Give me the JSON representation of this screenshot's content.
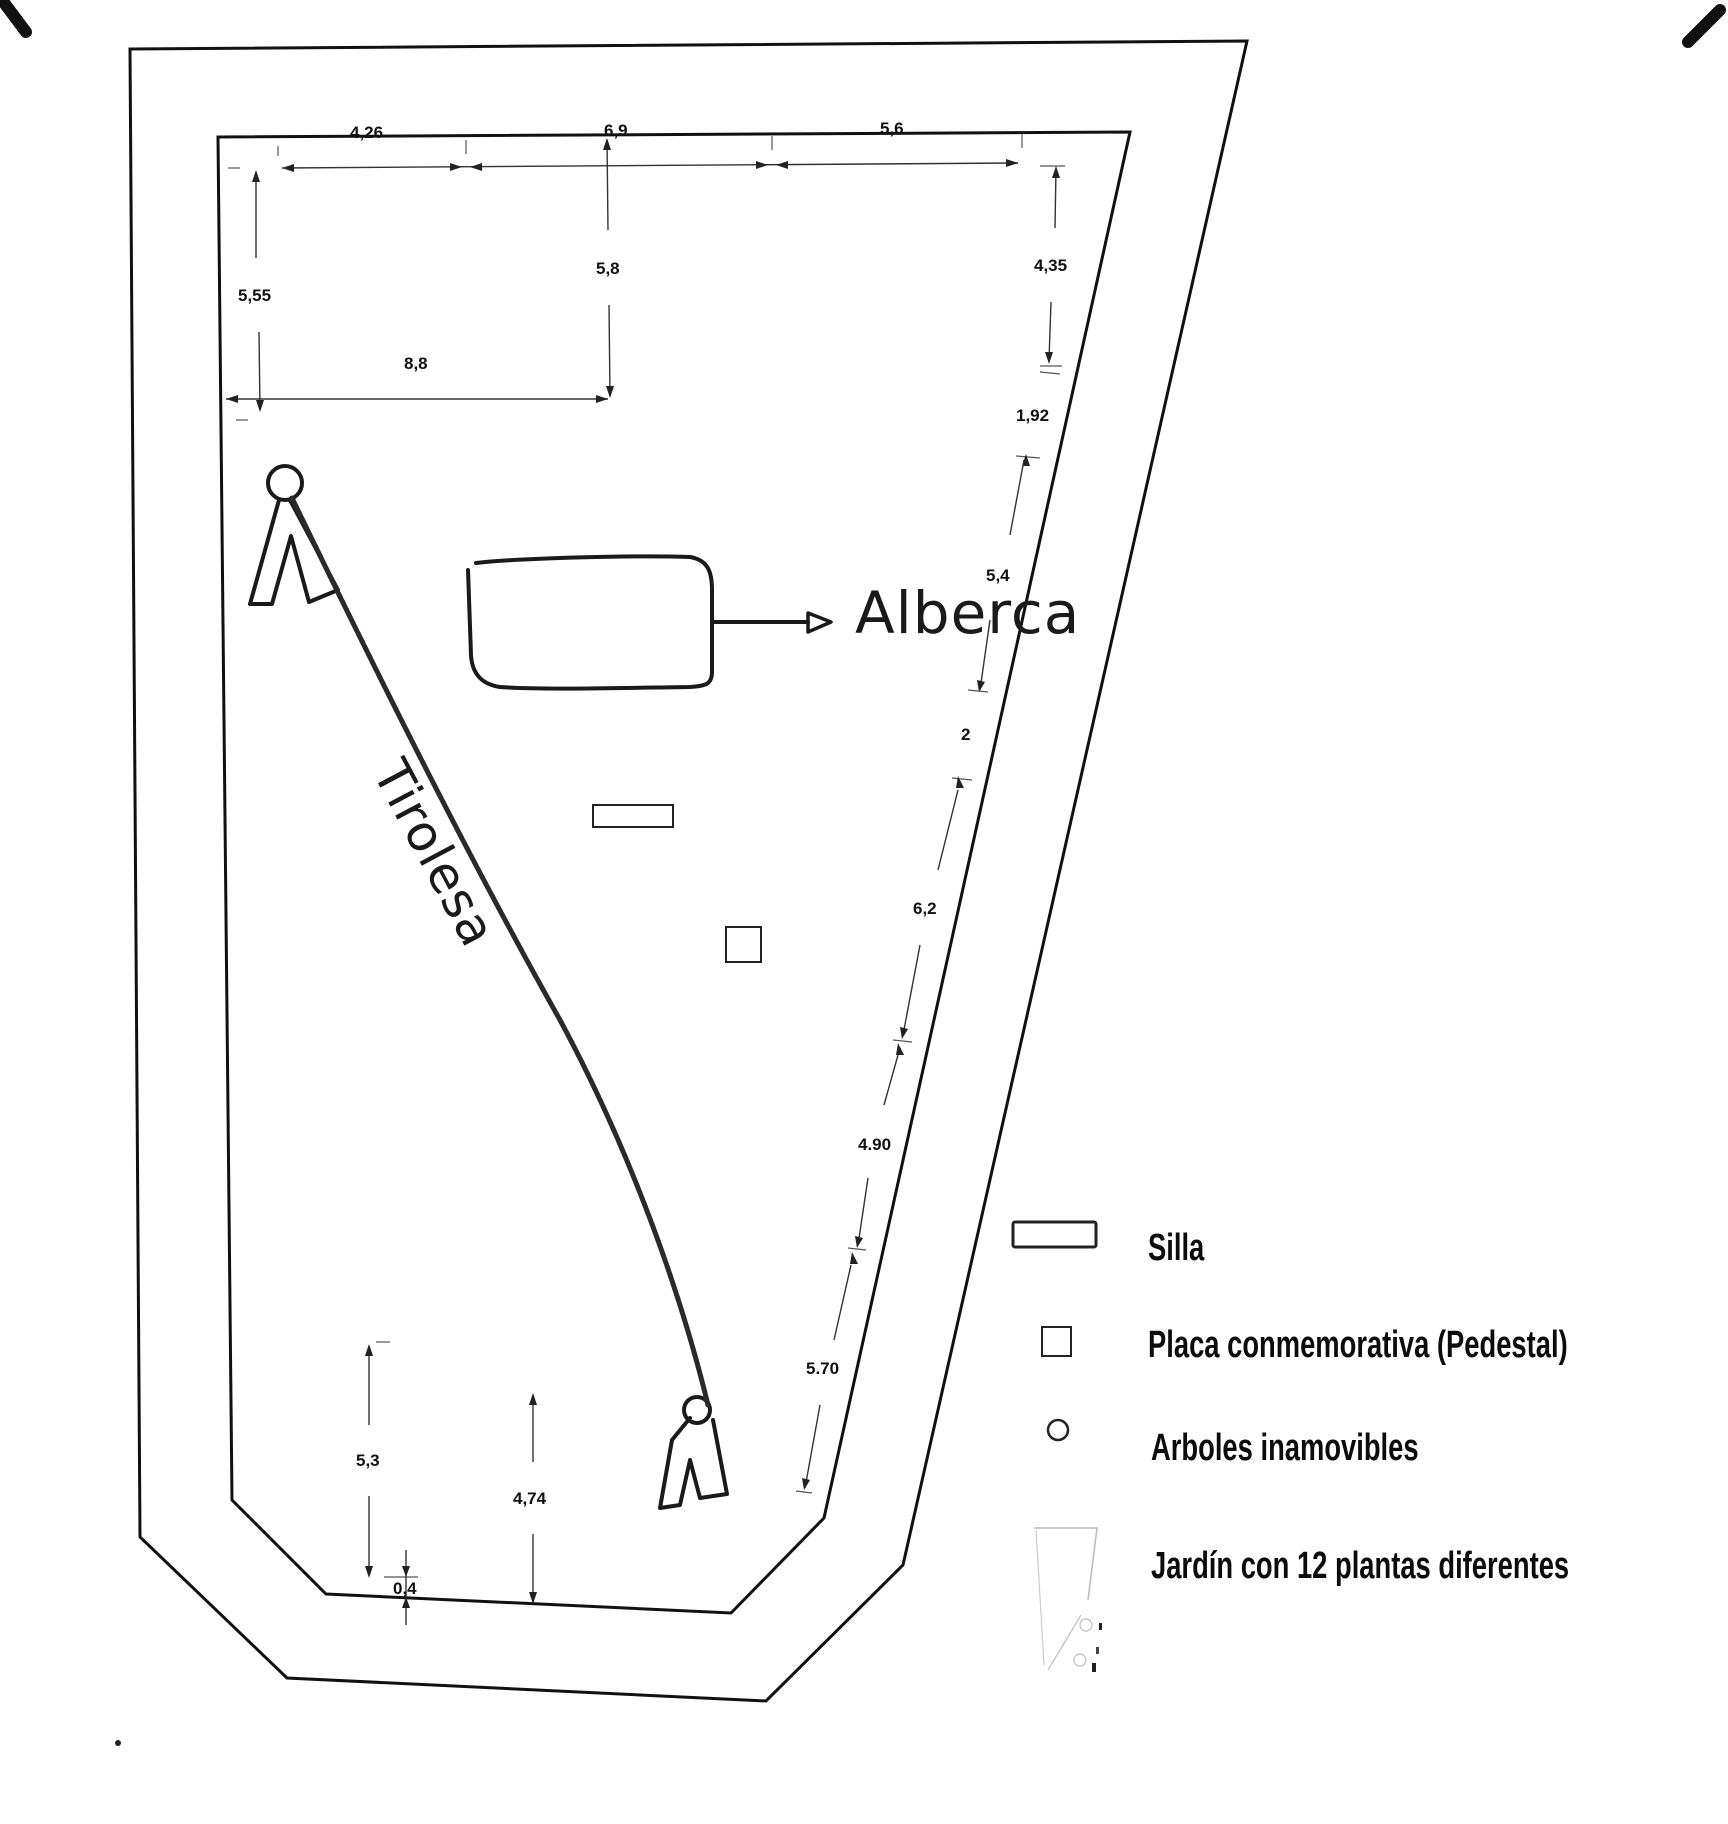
{
  "diagram": {
    "labels": {
      "pool": "Alberca",
      "zipline": "Tirolesa"
    },
    "dimensions": {
      "top": [
        "4,26",
        "6,9",
        "5,6"
      ],
      "left_height": "5,55",
      "center_height": "5,8",
      "inner_width": "8,8",
      "right_chain": [
        "4,35",
        "1,92",
        "5,4",
        "2",
        "6,2",
        "4.90",
        "5.70"
      ],
      "bottom": [
        "5,3",
        "4,74",
        "0,4"
      ]
    }
  },
  "legend": {
    "items": [
      {
        "symbol": "rectangle",
        "label": "Silla"
      },
      {
        "symbol": "square",
        "label": "Placa conmemorativa (Pedestal)"
      },
      {
        "symbol": "circle",
        "label": "Arboles inamovibles"
      },
      {
        "symbol": "garden-outline",
        "label": "Jardín con 12 plantas diferentes"
      }
    ]
  }
}
